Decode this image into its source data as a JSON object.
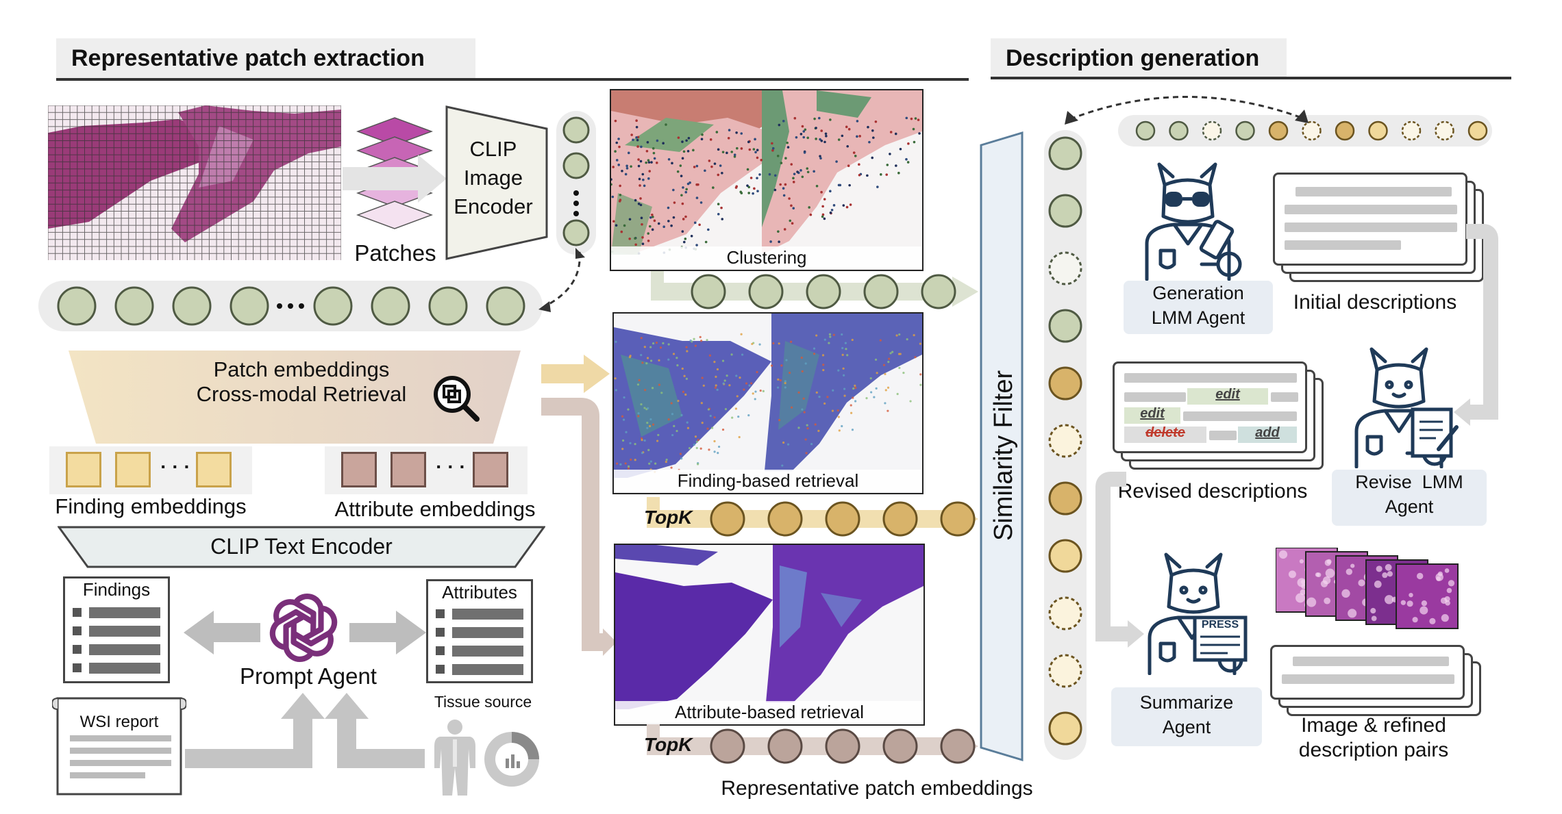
{
  "sections": {
    "left_title": "Representative patch extraction",
    "right_title": "Description generation"
  },
  "labels": {
    "patches": "Patches",
    "clip_image_encoder": [
      "CLIP",
      "Image",
      "Encoder"
    ],
    "clustering": "Clustering",
    "patch_embeddings": "Patch embeddings",
    "cross_modal_retrieval": "Cross-modal Retrieval",
    "finding_retrieval": "Finding-based retrieval",
    "attribute_retrieval": "Attribute-based retrieval",
    "finding_embeddings": "Finding embeddings",
    "attribute_embeddings": "Attribute embeddings",
    "clip_text_encoder": "CLIP Text Encoder",
    "findings": "Findings",
    "attributes": "Attributes",
    "prompt_agent": "Prompt Agent",
    "wsi_report": "WSI report",
    "tissue_source": "Tissue source",
    "topk_1": "TopK",
    "topk_2": "TopK",
    "similarity_filter": "Similarity Filter",
    "representative_patch_embeddings": "Representative patch embeddings",
    "generation_agent": [
      "Generation",
      "LMM Agent"
    ],
    "initial_descriptions": "Initial descriptions",
    "revise_agent": [
      "Revise  LMM",
      "Agent"
    ],
    "revised_descriptions": "Revised descriptions",
    "summarize_agent": [
      "Summarize",
      "Agent"
    ],
    "image_pairs": [
      "Image & refined",
      "description pairs"
    ],
    "press": "PRESS",
    "edit1": "edit",
    "edit2": "edit",
    "delete": "delete",
    "add": "add",
    "ellipsis": "· · ·"
  },
  "colors": {
    "green_node": "#c9d3b4",
    "green_stroke": "#4f5a43",
    "gold_node": "#d8b36a",
    "gold_light": "#f0d89a",
    "mauve_node": "#bba49b",
    "mauve_stroke": "#5a4a44",
    "tissue_purple": "#8a3a7a",
    "agent_blue": "#1f3a58",
    "gpt_purple": "#7a2f7a"
  },
  "icons": {
    "search": "search-icon",
    "llama_agent": "llama-agent-icon",
    "openai": "openai-logo-icon",
    "human": "human-body-icon",
    "chart": "chart-icon"
  }
}
